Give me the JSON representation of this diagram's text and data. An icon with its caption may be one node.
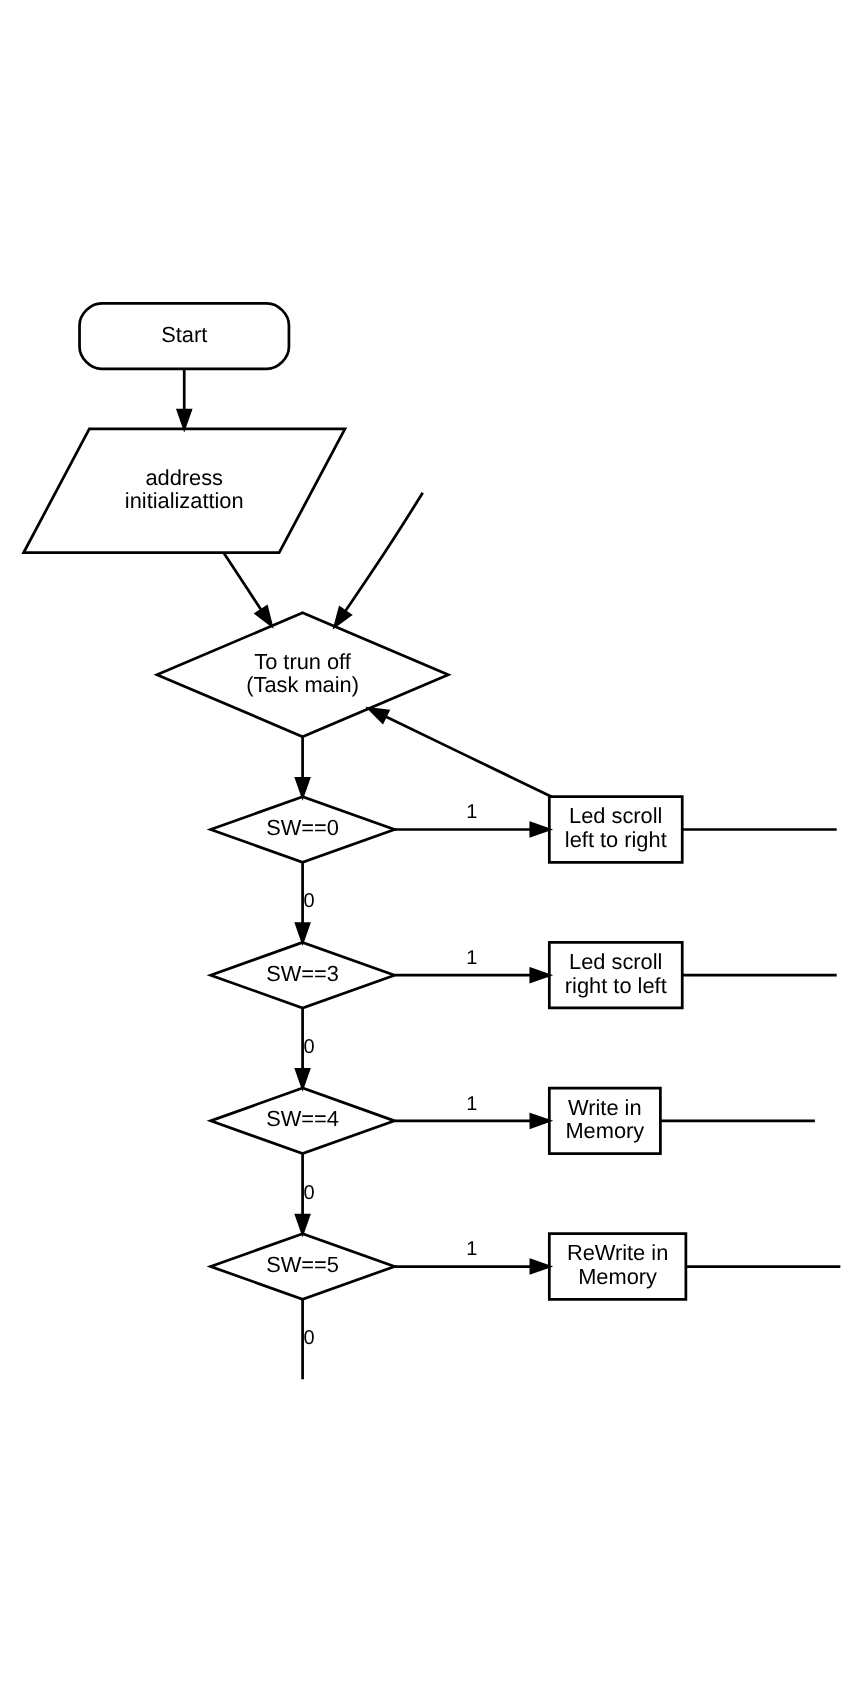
{
  "diagram": {
    "nodes": [
      {
        "text": [
          "Start"
        ]
      },
      {
        "text": [
          "address initializattion"
        ]
      },
      {
        "text": [
          "To trun off (Task main)"
        ]
      },
      {
        "text": [
          "SW==0"
        ]
      },
      {
        "text": [
          "Led scroll left to right"
        ]
      },
      {
        "text": [
          "SW==3"
        ]
      },
      {
        "text": [
          "Led scroll right to left"
        ]
      },
      {
        "text": [
          "SW==4"
        ]
      },
      {
        "text": [
          "Write in Memory"
        ]
      },
      {
        "text": [
          "SW==5"
        ]
      },
      {
        "text": [
          "ReWrite in Memory"
        ]
      }
    ],
    "edges": [
      {
        "from": 0,
        "to": 1,
        "arrow": "to"
      },
      {
        "from": 1,
        "to": 2,
        "arrow": "to"
      },
      {
        "from": 2,
        "to": 3,
        "arrow": "to"
      },
      {
        "from": 3,
        "to": 4,
        "label": "1",
        "arrow": "to"
      },
      {
        "from": 3,
        "to": 5,
        "label": "0",
        "arrow": "to"
      },
      {
        "from": 5,
        "to": 6,
        "label": "1",
        "arrow": "to"
      },
      {
        "from": 5,
        "to": 7,
        "label": "0",
        "arrow": "to"
      },
      {
        "from": 7,
        "to": 8,
        "label": "1",
        "arrow": "to"
      },
      {
        "from": 7,
        "to": 9,
        "label": "0",
        "arrow": "to"
      },
      {
        "from": 9,
        "to": 10,
        "label": "1",
        "arrow": "to"
      },
      {
        "from": 4,
        "to": 2,
        "arrow": "to"
      },
      {
        "from": null,
        "to": 2,
        "arrow": "to"
      },
      {
        "from": 4,
        "to": null,
        "arrow": "none"
      },
      {
        "from": 6,
        "to": null,
        "arrow": "none"
      },
      {
        "from": 8,
        "to": null,
        "arrow": "none"
      },
      {
        "from": 10,
        "to": null,
        "arrow": "none"
      },
      {
        "from": 9,
        "to": null,
        "label": "0",
        "arrow": "none"
      }
    ]
  }
}
